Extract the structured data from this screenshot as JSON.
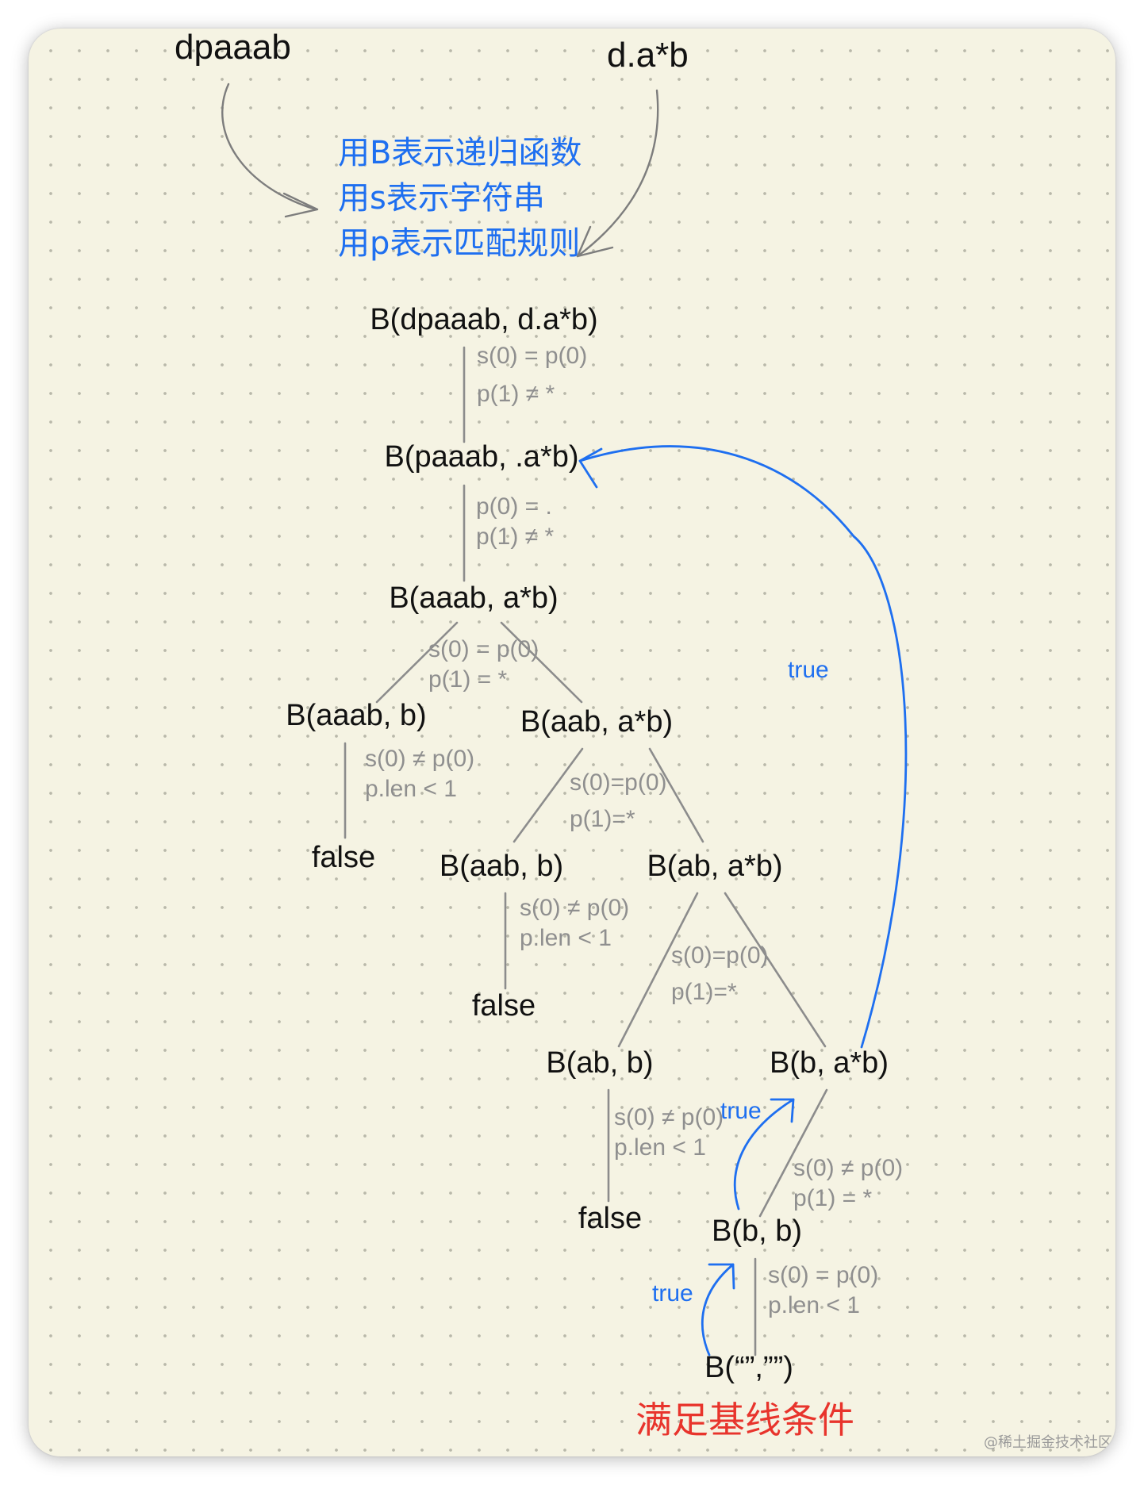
{
  "inputs": {
    "string": "dpaaab",
    "pattern": "d.a*b"
  },
  "notes": [
    "用B表示递归函数",
    "用s表示字符串",
    "用p表示匹配规则"
  ],
  "nodes": {
    "root": "B(dpaaab, d.a*b)",
    "n2": "B(paaab, .a*b)",
    "n3": "B(aaab, a*b)",
    "n3_left": "B(aaab, b)",
    "n3_right": "B(aab, a*b)",
    "false1": "false",
    "n4_left": "B(aab, b)",
    "n4_right": "B(ab, a*b)",
    "false2": "false",
    "n5_left": "B(ab, b)",
    "n5_right": "B(b, a*b)",
    "false3": "false",
    "n6": "B(b, b)",
    "n7": "B(“”,””)"
  },
  "edge_labels": {
    "e1": [
      "s(0) = p(0)",
      "p(1) ≠ *"
    ],
    "e2": [
      "p(0) = .",
      "p(1) ≠ *"
    ],
    "e3": [
      "s(0) = p(0)",
      "p(1) = *"
    ],
    "e4": [
      "s(0) ≠ p(0)",
      "p.len < 1"
    ],
    "e5": [
      "s(0)=p(0)",
      "p(1)=*"
    ],
    "e6": [
      "s(0) ≠ p(0)",
      "p.len < 1"
    ],
    "e7": [
      "s(0)=p(0)",
      "p(1)=*"
    ],
    "e8": [
      "s(0) ≠ p(0)",
      "p.len < 1"
    ],
    "e9": [
      "s(0) ≠ p(0)",
      "p(1) = *"
    ],
    "e10": [
      "s(0) = p(0)",
      "p.len < 1"
    ]
  },
  "return_labels": {
    "r1": "true",
    "r2": "true",
    "r3": "true"
  },
  "base_case_note": "满足基线条件",
  "watermark": "@稀土掘金技术社区",
  "colors": {
    "background": "#f5f3e3",
    "dots": "#b9b8aa",
    "node_text": "#111111",
    "edge_label": "#8f8f8f",
    "blue": "#1e6ff0",
    "red": "#e8342c"
  }
}
